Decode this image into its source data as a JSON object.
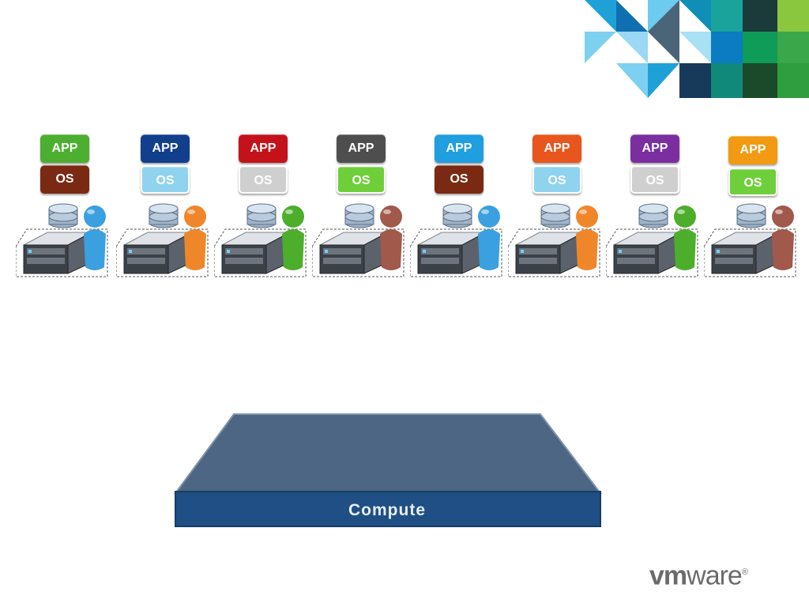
{
  "hosts": [
    {
      "app": "APP",
      "os": "OS",
      "app_color": "#4caf2f",
      "os_color": "#7a2a12",
      "user_color": "#3aa0e0"
    },
    {
      "app": "APP",
      "os": "OS",
      "app_color": "#113f8c",
      "os_color": "#8fd3ef",
      "user_color": "#f0862a"
    },
    {
      "app": "APP",
      "os": "OS",
      "app_color": "#c4121a",
      "os_color": "#cfcfcf",
      "user_color": "#4cae2a"
    },
    {
      "app": "APP",
      "os": "OS",
      "app_color": "#4e4e4e",
      "os_color": "#6fcf3a",
      "user_color": "#a0594a"
    },
    {
      "app": "APP",
      "os": "OS",
      "app_color": "#1f9ee0",
      "os_color": "#7a2a12",
      "user_color": "#3aa0e0"
    },
    {
      "app": "APP",
      "os": "OS",
      "app_color": "#e8561e",
      "os_color": "#8fd3ef",
      "user_color": "#f0862a"
    },
    {
      "app": "APP",
      "os": "OS",
      "app_color": "#7a2ea0",
      "os_color": "#cfcfcf",
      "user_color": "#4cae2a"
    },
    {
      "app": "APP",
      "os": "OS",
      "app_color": "#f29a12",
      "os_color": "#6fcf3a",
      "user_color": "#a0594a"
    }
  ],
  "compute": {
    "label": "Compute",
    "color": "#1f4f84"
  },
  "logo": {
    "vm": "vm",
    "ware": "ware",
    "reg": "®"
  }
}
